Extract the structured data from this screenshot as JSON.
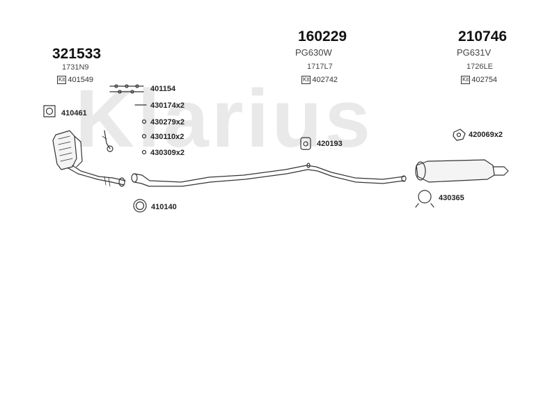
{
  "watermark": "Klarius",
  "groups": [
    {
      "part_no": "321533",
      "code": "1731N9",
      "kit_badge": "Kit",
      "kit": "401549"
    },
    {
      "part_no": "160229",
      "code": "PG630W",
      "subcode": "1717L7",
      "kit_badge": "Kit",
      "kit": "402742"
    },
    {
      "part_no": "210746",
      "code": "PG631V",
      "subcode": "1726LE",
      "kit_badge": "Kit",
      "kit": "402754"
    }
  ],
  "parts": {
    "p401154": "401154",
    "p410461": "410461",
    "p430174": "430174x2",
    "p430279": "430279x2",
    "p430110": "430110x2",
    "p430309": "430309x2",
    "p420193": "420193",
    "p420069": "420069x2",
    "p410140": "410140",
    "p430365": "430365"
  }
}
